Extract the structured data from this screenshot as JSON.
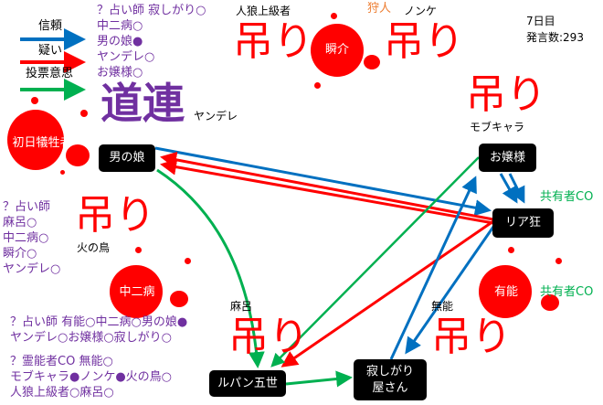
{
  "legend": {
    "trust": "信頼",
    "doubt": "疑い",
    "vote": "投票意思"
  },
  "colors": {
    "trust": "#0070c0",
    "doubt": "#ff0000",
    "vote": "#00b050",
    "co_text": "#7030a0",
    "hang": "#ff0000"
  },
  "status": {
    "day": "7日目",
    "posts": "発言数:293"
  },
  "players": {
    "otokonoko": "男の娘",
    "ojousama": "お嬢様",
    "riakyou": "リア狂",
    "lupin": "ルパン五世",
    "sabishigari_1": "寂しがり",
    "sabishigari_2": "屋さん"
  },
  "dead": {
    "first_victim": "初日犠牲者",
    "shunsuke": "瞬介",
    "chuunibyou": "中二病",
    "yuunou": "有能"
  },
  "hidden_names": {
    "jinrou_joukyuu": "人狼上級者",
    "nonke": "ノンケ",
    "mobchara": "モブキャラ",
    "yandere": "ヤンデレ",
    "hinotori": "火の鳥",
    "maro": "麻呂",
    "munou": "無能"
  },
  "marks": {
    "hang": "吊り",
    "michizure": "道連",
    "hunter": "狩人",
    "shared_co_1": "共有者CO",
    "shared_co_2": "共有者CO"
  },
  "seer_results": [
    {
      "lines": [
        "？占い師 寂しがり○",
        "中二病○",
        "男の娘●",
        "ヤンデレ○",
        "お嬢様○"
      ]
    },
    {
      "lines": [
        "？占い師",
        "麻呂○",
        "中二病○",
        "瞬介○",
        "ヤンデレ○"
      ]
    },
    {
      "lines": [
        "？占い師 有能○中二病○男の娘●",
        "ヤンデレ○お嬢様○寂しがり○"
      ]
    }
  ],
  "medium_result": {
    "lines": [
      "？霊能者CO 無能○",
      "モブキャラ●ノンケ●火の鳥○",
      "人狼上級者○麻呂○"
    ]
  }
}
